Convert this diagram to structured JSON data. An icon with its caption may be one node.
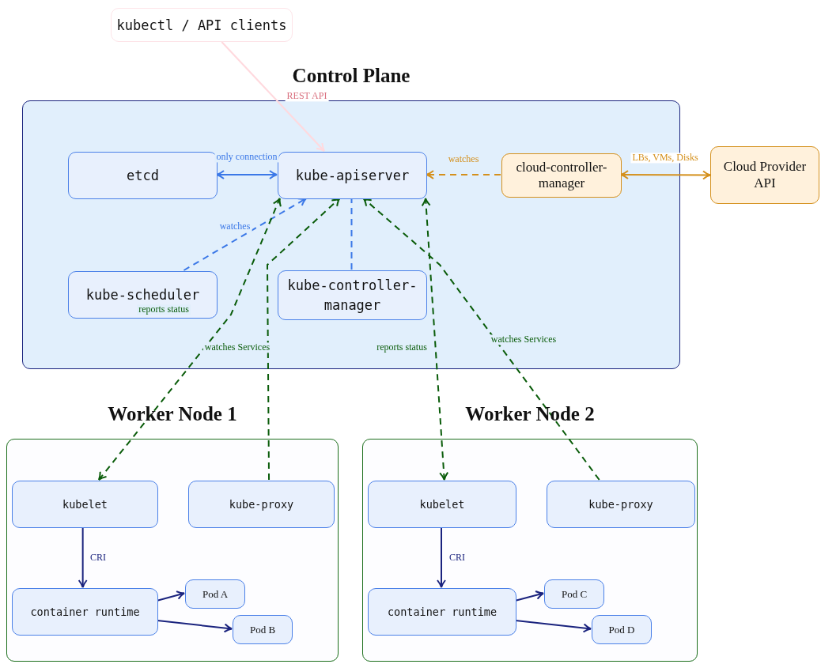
{
  "diagram": {
    "nodes": [
      {
        "text": [
          "kubectl / API clients"
        ]
      },
      {
        "text": [
          "Control Plane"
        ]
      },
      {
        "text": [
          "etcd"
        ],
        "in": 1
      },
      {
        "text": [
          "kube-apiserver"
        ],
        "in": 1
      },
      {
        "text": [
          "cloud-controller-manager"
        ],
        "in": 1
      },
      {
        "text": [
          "Cloud Provider API"
        ]
      },
      {
        "text": [
          "kube-scheduler"
        ],
        "in": 1
      },
      {
        "text": [
          "kube-controller-manager"
        ],
        "in": 1
      },
      {
        "text": [
          "Worker Node 1"
        ]
      },
      {
        "text": [
          "kubelet"
        ],
        "in": 8
      },
      {
        "text": [
          "kube-proxy"
        ],
        "in": 8
      },
      {
        "text": [
          "container runtime"
        ],
        "in": 8
      },
      {
        "text": [
          "Pod A"
        ],
        "in": 8
      },
      {
        "text": [
          "Pod B"
        ],
        "in": 8
      },
      {
        "text": [
          "Worker Node 2"
        ]
      },
      {
        "text": [
          "kubelet"
        ],
        "in": 14
      },
      {
        "text": [
          "kube-proxy"
        ],
        "in": 14
      },
      {
        "text": [
          "container runtime"
        ],
        "in": 14
      },
      {
        "text": [
          "Pod C"
        ],
        "in": 14
      },
      {
        "text": [
          "Pod D"
        ],
        "in": 14
      }
    ],
    "edges": [
      {
        "from": 0,
        "to": 3,
        "arrow": "to",
        "label": "REST API",
        "color": "#ffd9de"
      },
      {
        "from": 2,
        "to": 3,
        "arrow": "both",
        "label": "only connection",
        "color": "#3b78e7"
      },
      {
        "from": 4,
        "to": 3,
        "arrow": "to",
        "label": "watches",
        "style": "dashed",
        "color": "#d4901c"
      },
      {
        "from": 4,
        "to": 5,
        "arrow": "both",
        "label": "LBs, VMs, Disks",
        "color": "#d4901c"
      },
      {
        "from": 6,
        "to": 3,
        "arrow": "to",
        "label": "watches",
        "style": "dashed",
        "color": "#3b78e7"
      },
      {
        "from": 7,
        "to": 3,
        "arrow": "none",
        "style": "dashed",
        "color": "#3b78e7"
      },
      {
        "from": 9,
        "to": 3,
        "arrow": "both",
        "label": "reports status",
        "style": "dashed",
        "color": "#0a5c0a"
      },
      {
        "from": 10,
        "to": 3,
        "arrow": "to",
        "label": "watches Services",
        "style": "dashed",
        "color": "#0a5c0a"
      },
      {
        "from": 15,
        "to": 3,
        "arrow": "both",
        "label": "reports status",
        "style": "dashed",
        "color": "#0a5c0a"
      },
      {
        "from": 16,
        "to": 3,
        "arrow": "to",
        "label": "watches Services",
        "style": "dashed",
        "color": "#0a5c0a"
      },
      {
        "from": 9,
        "to": 11,
        "arrow": "to",
        "label": "CRI",
        "color": "#1a237e"
      },
      {
        "from": 11,
        "to": 12,
        "arrow": "to",
        "color": "#1a237e"
      },
      {
        "from": 11,
        "to": 13,
        "arrow": "to",
        "color": "#1a237e"
      },
      {
        "from": 15,
        "to": 17,
        "arrow": "to",
        "label": "CRI",
        "color": "#1a237e"
      },
      {
        "from": 17,
        "to": 18,
        "arrow": "to",
        "color": "#1a237e"
      },
      {
        "from": 17,
        "to": 19,
        "arrow": "to",
        "color": "#1a237e"
      }
    ]
  }
}
